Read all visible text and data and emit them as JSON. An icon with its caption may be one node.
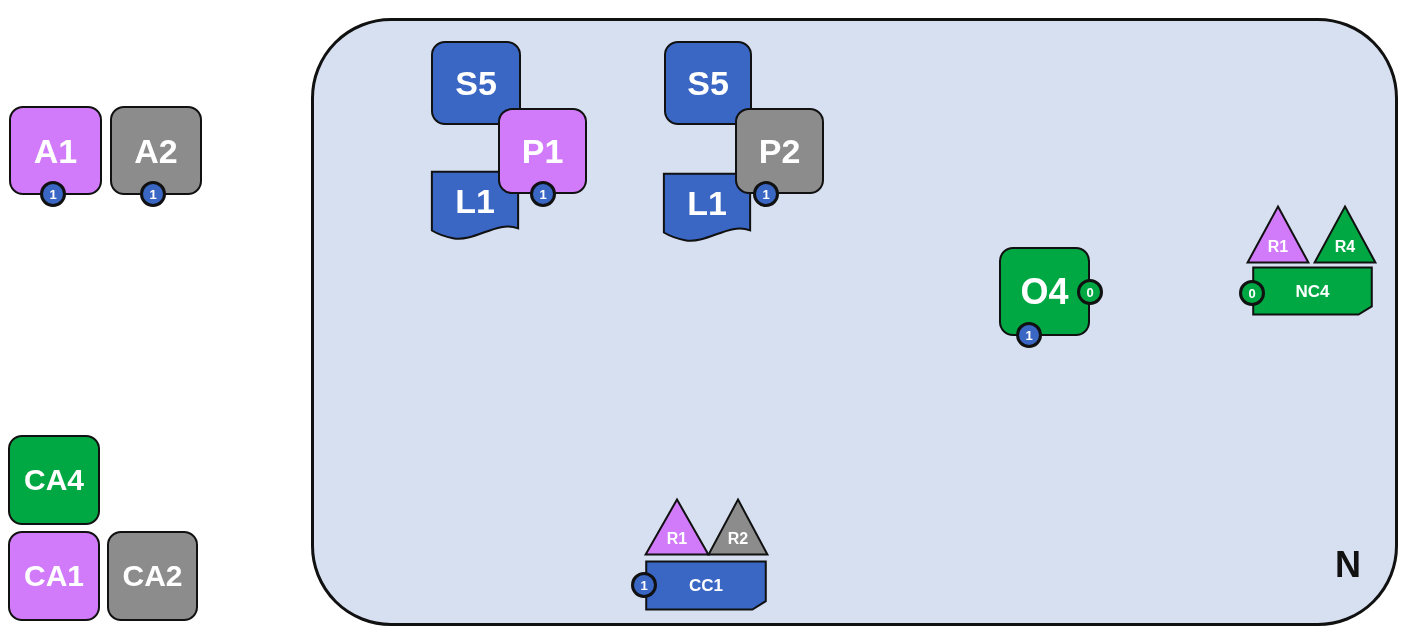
{
  "diagram": {
    "nodes": [
      {
        "text": [
          "A1"
        ]
      },
      {
        "text": [
          "1"
        ]
      },
      {
        "text": [
          "A2"
        ]
      },
      {
        "text": [
          "1"
        ]
      },
      {
        "text": [
          "N"
        ]
      },
      {
        "text": [
          "S5"
        ],
        "in": 4
      },
      {
        "text": [
          "P1"
        ],
        "in": 4
      },
      {
        "text": [
          "L1"
        ],
        "in": 4
      },
      {
        "text": [
          "1"
        ],
        "in": 4
      },
      {
        "text": [
          "S5"
        ],
        "in": 4
      },
      {
        "text": [
          "P2"
        ],
        "in": 4
      },
      {
        "text": [
          "L1"
        ],
        "in": 4
      },
      {
        "text": [
          "1"
        ],
        "in": 4
      },
      {
        "text": [
          "R1"
        ],
        "in": 4
      },
      {
        "text": [
          "R4"
        ],
        "in": 4
      },
      {
        "text": [
          "O4"
        ],
        "in": 4
      },
      {
        "text": [
          "0"
        ],
        "in": 4
      },
      {
        "text": [
          "1"
        ],
        "in": 4
      },
      {
        "text": [
          "0"
        ],
        "in": 4
      },
      {
        "text": [
          "NC4"
        ],
        "in": 4
      },
      {
        "text": [
          "R1"
        ],
        "in": 4
      },
      {
        "text": [
          "R2"
        ],
        "in": 4
      },
      {
        "text": [
          "1"
        ],
        "in": 4
      },
      {
        "text": [
          "CC1"
        ],
        "in": 4
      },
      {
        "text": [
          "CA4"
        ]
      },
      {
        "text": [
          "CA1"
        ]
      },
      {
        "text": [
          "CA2"
        ]
      }
    ]
  }
}
